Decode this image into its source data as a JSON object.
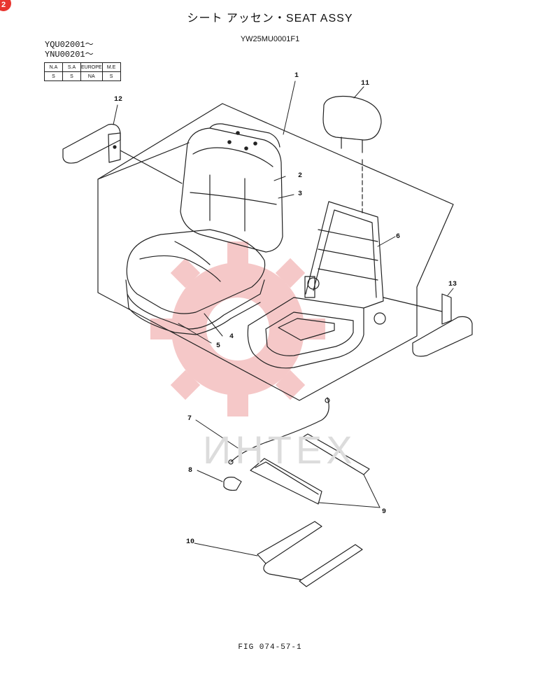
{
  "badge": "2",
  "header": {
    "title": "シート アッセン・SEAT ASSY",
    "part_code": "YW25MU0001F1",
    "serial_from_1": "YQU02001～",
    "serial_from_2": "YNU00201～"
  },
  "market_table": {
    "headers": [
      "N.A",
      "S.A",
      "EUROPE",
      "M.E"
    ],
    "values": [
      "S",
      "S",
      "NA",
      "S"
    ]
  },
  "callouts": [
    "1",
    "2",
    "3",
    "4",
    "5",
    "6",
    "7",
    "8",
    "9",
    "10",
    "11",
    "12",
    "13"
  ],
  "watermark": "ИНТЕХ",
  "colors": {
    "line": "#222222",
    "watermark": "#f2b6b6",
    "badge": "#e8352f"
  },
  "footer": {
    "figure_ref": "FIG 074-57-1"
  }
}
